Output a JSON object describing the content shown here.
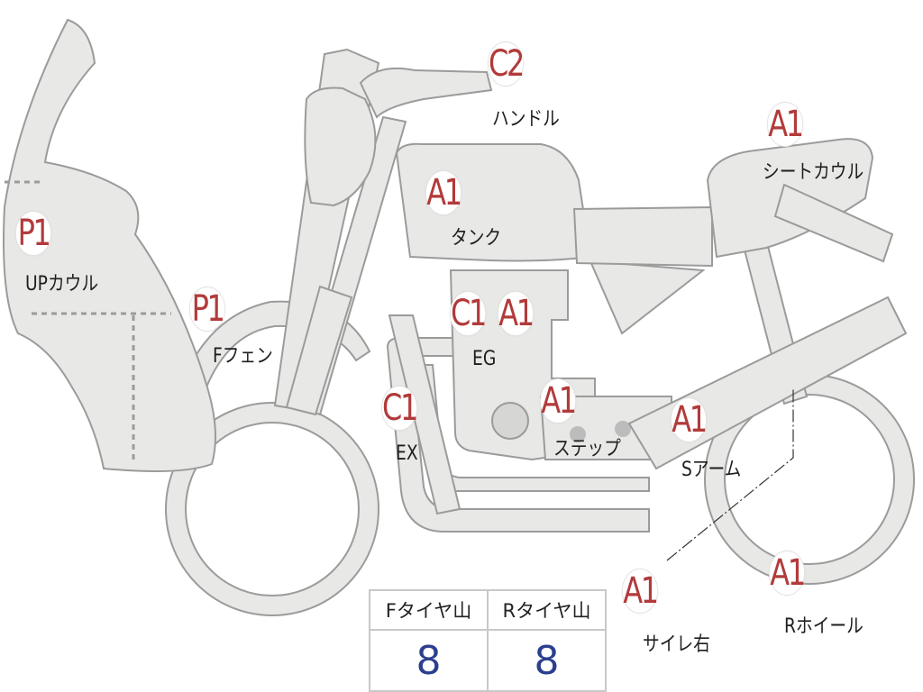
{
  "markers": {
    "handle": "C2",
    "seat_cowl": "A1",
    "tank": "A1",
    "upper_cowl": "P1",
    "front_fender": "P1",
    "engine_c": "C1",
    "engine_a": "A1",
    "exhaust": "C1",
    "step": "A1",
    "swing_arm": "A1",
    "muffler_right": "A1",
    "rear_wheel": "A1"
  },
  "labels": {
    "handle": "ハンドル",
    "seat_cowl": "シートカウル",
    "tank": "タンク",
    "upper_cowl": "UPカウル",
    "front_fender": "Fフェン",
    "engine": "EG",
    "exhaust": "EX",
    "step": "ステップ",
    "swing_arm": "Sアーム",
    "muffler_right": "サイレ右",
    "rear_wheel": "Rホイール"
  },
  "tire_table": {
    "front_header": "Fタイヤ山",
    "rear_header": "Rタイヤ山",
    "front_value": "8",
    "rear_value": "8"
  },
  "colors": {
    "marker_text": "#b23a3a",
    "value_text": "#2c3f8f",
    "part_fill": "#e8e8e6",
    "part_stroke": "#9b9b9b"
  }
}
